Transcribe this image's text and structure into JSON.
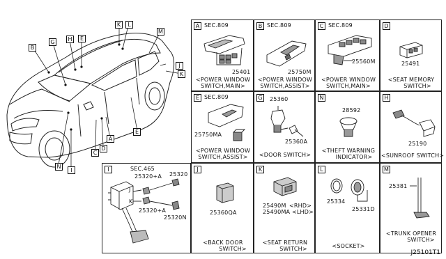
{
  "diagram_id": "J25101T1",
  "car_callouts": [
    "B",
    "G",
    "H",
    "E",
    "K",
    "L",
    "M",
    "J",
    "K",
    "C",
    "D",
    "A",
    "E",
    "N",
    "I"
  ],
  "panels": {
    "A": {
      "tag": "A",
      "sec": "SEC.809",
      "parts": [
        "25401"
      ],
      "caption": [
        "<POWER WINDOW",
        "SWITCH,MAIN>"
      ]
    },
    "B": {
      "tag": "B",
      "sec": "SEC.809",
      "parts": [
        "25750M"
      ],
      "caption": [
        "<POWER WINDOW",
        "SWITCH,ASSIST>"
      ]
    },
    "C": {
      "tag": "C",
      "sec": "SEC.809",
      "parts": [
        "25560M"
      ],
      "caption": [
        "<POWER WINDOW",
        "SWITCH,MAIN>"
      ]
    },
    "D": {
      "tag": "D",
      "parts": [
        "25491"
      ],
      "caption": [
        "<SEAT MEMORY",
        "SWITCH>"
      ]
    },
    "E": {
      "tag": "E",
      "sec": "SEC.809",
      "parts": [
        "25750MA"
      ],
      "caption": [
        "<POWER WINDOW",
        "SWITCH,ASSIST>"
      ]
    },
    "G": {
      "tag": "G",
      "parts": [
        "25360",
        "25360A"
      ],
      "caption": [
        "<DOOR SWITCH>"
      ]
    },
    "N": {
      "tag": "N",
      "parts": [
        "28592"
      ],
      "caption": [
        "<THEFT WARNING",
        "INDICATOR>"
      ]
    },
    "H": {
      "tag": "H",
      "parts": [
        "25190"
      ],
      "caption": [
        "<SUNROOF SWITCH>"
      ]
    },
    "I": {
      "tag": "I",
      "sec": "SEC.465",
      "parts": [
        "25320+A",
        "25320",
        "25320+A",
        "25320N"
      ]
    },
    "J": {
      "tag": "J",
      "parts": [
        "25360QA"
      ],
      "caption": [
        "<BACK DOOR",
        "SWITCH>"
      ]
    },
    "K": {
      "tag": "K",
      "parts": [
        "25490M",
        "25490MA"
      ],
      "part_notes": [
        "<RHD>",
        "<LHD>"
      ],
      "caption": [
        "<SEAT RETURN",
        "SWITCH>"
      ]
    },
    "L": {
      "tag": "L",
      "parts": [
        "25334",
        "25331D"
      ],
      "caption": [
        "<SOCKET>"
      ]
    },
    "M": {
      "tag": "M",
      "parts": [
        "25381"
      ],
      "caption": [
        "<TRUNK OPENER",
        "SWITCH>"
      ]
    }
  },
  "i_panel_labels": [
    "J",
    "K"
  ]
}
